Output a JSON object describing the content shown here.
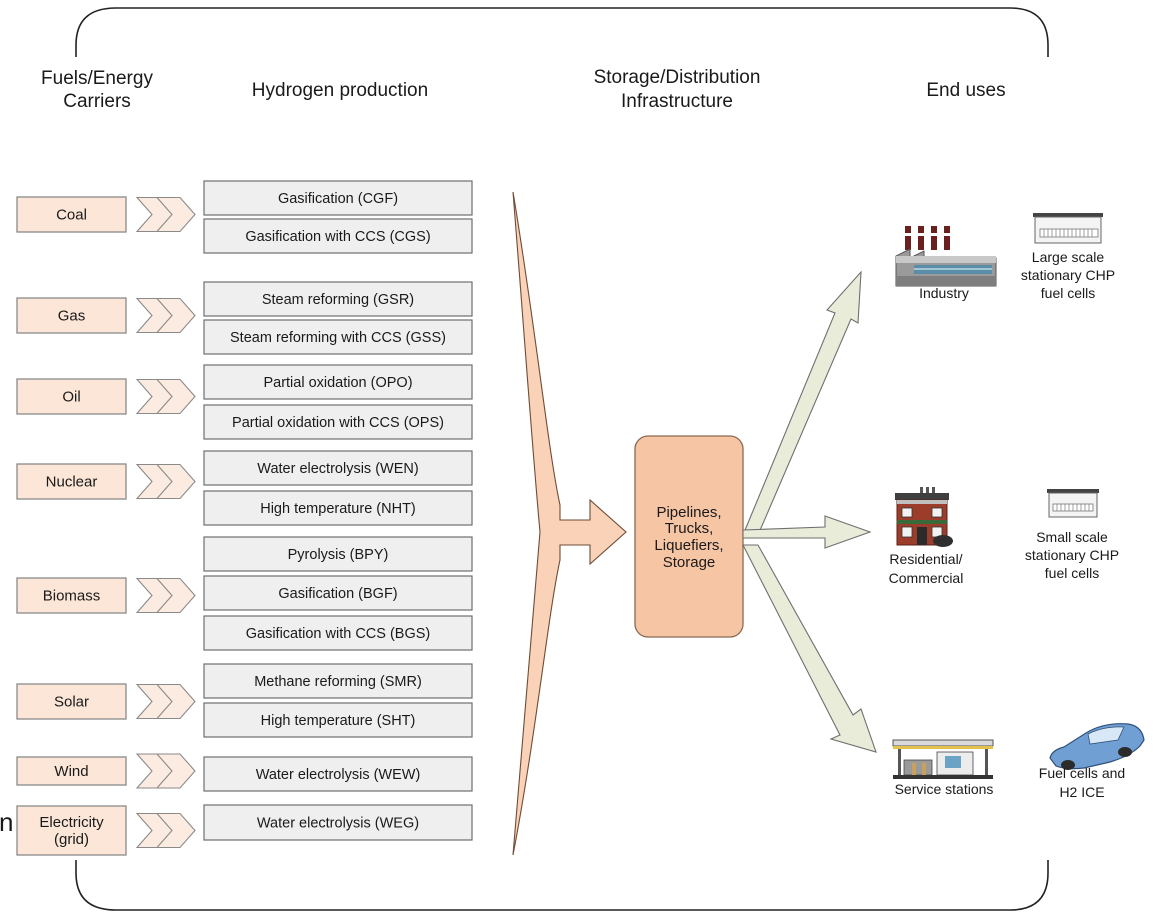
{
  "headers": {
    "fuels": [
      "Fuels/Energy",
      "Carriers"
    ],
    "production": [
      "Hydrogen production"
    ],
    "storage": [
      "Storage/Distribution",
      "Infrastructure"
    ],
    "end_uses": [
      "End uses"
    ]
  },
  "fuels": [
    {
      "label": [
        "Coal"
      ],
      "processes": [
        "Gasification (CGF)",
        "Gasification with CCS (CGS)"
      ]
    },
    {
      "label": [
        "Gas"
      ],
      "processes": [
        "Steam reforming (GSR)",
        "Steam reforming with CCS (GSS)"
      ]
    },
    {
      "label": [
        "Oil"
      ],
      "processes": [
        "Partial oxidation (OPO)",
        "Partial oxidation with CCS (OPS)"
      ]
    },
    {
      "label": [
        "Nuclear"
      ],
      "processes": [
        "Water electrolysis  (WEN)",
        "High temperature (NHT)"
      ]
    },
    {
      "label": [
        "Biomass"
      ],
      "processes": [
        "Pyrolysis  (BPY)",
        "Gasification (BGF)",
        "Gasification with CCS (BGS)"
      ]
    },
    {
      "label": [
        "Solar"
      ],
      "processes": [
        "Methane reforming (SMR)",
        "High temperature (SHT)"
      ]
    },
    {
      "label": [
        "Wind"
      ],
      "processes": [
        "Water electrolysis (WEW)"
      ]
    },
    {
      "label": [
        "Electricity",
        "(grid)"
      ],
      "processes": [
        "Water electrolysis (WEG)"
      ]
    }
  ],
  "storage": {
    "lines": [
      "Pipelines,",
      "Trucks,",
      "Liquefiers,",
      "Storage"
    ]
  },
  "end_uses": [
    {
      "label": [
        "Industry"
      ],
      "icon": "factory-icon",
      "device_label": [
        "Large scale",
        "stationary CHP",
        "fuel cells"
      ],
      "device_icon": "fuel-cell-unit-icon"
    },
    {
      "label": [
        "Residential/",
        "Commercial"
      ],
      "icon": "house-icon",
      "device_label": [
        "Small scale",
        "stationary CHP",
        "fuel cells"
      ],
      "device_icon": "fuel-cell-unit-icon"
    },
    {
      "label": [
        "Service stations"
      ],
      "icon": "gas-station-icon",
      "device_label": [
        "Fuel cells and",
        "H2 ICE"
      ],
      "device_icon": "car-icon"
    }
  ],
  "edge_artifact": "n",
  "colors": {
    "fuel_fill": "#fbe6d8",
    "process_fill": "#efefef",
    "storage_fill": "#f6c5a4",
    "funnel_fill": "#f9d2b8",
    "arrow_fill": "#e9ecd9"
  }
}
